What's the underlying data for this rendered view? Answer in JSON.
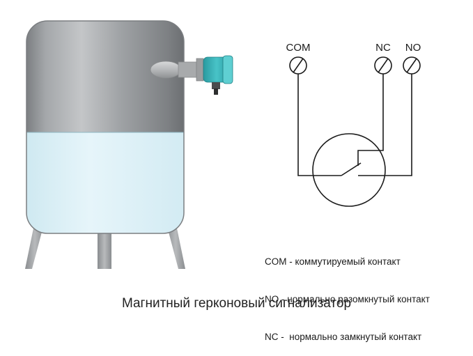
{
  "terminals": {
    "com": "COM",
    "nc": "NC",
    "no": "NO"
  },
  "legend": [
    "COM - коммутируемый контакт",
    "NO - нормально разомкнутый контакт",
    "NC -  нормально замкнутый контакт"
  ],
  "caption": "Магнитный герконовый сигнализатор",
  "colors": {
    "tank_metal": "#a9abad",
    "tank_dark": "#6f7274",
    "liquid": "#dcf0f6",
    "sensor_body": "#3bb3b8",
    "wire": "#1a1a1a"
  }
}
